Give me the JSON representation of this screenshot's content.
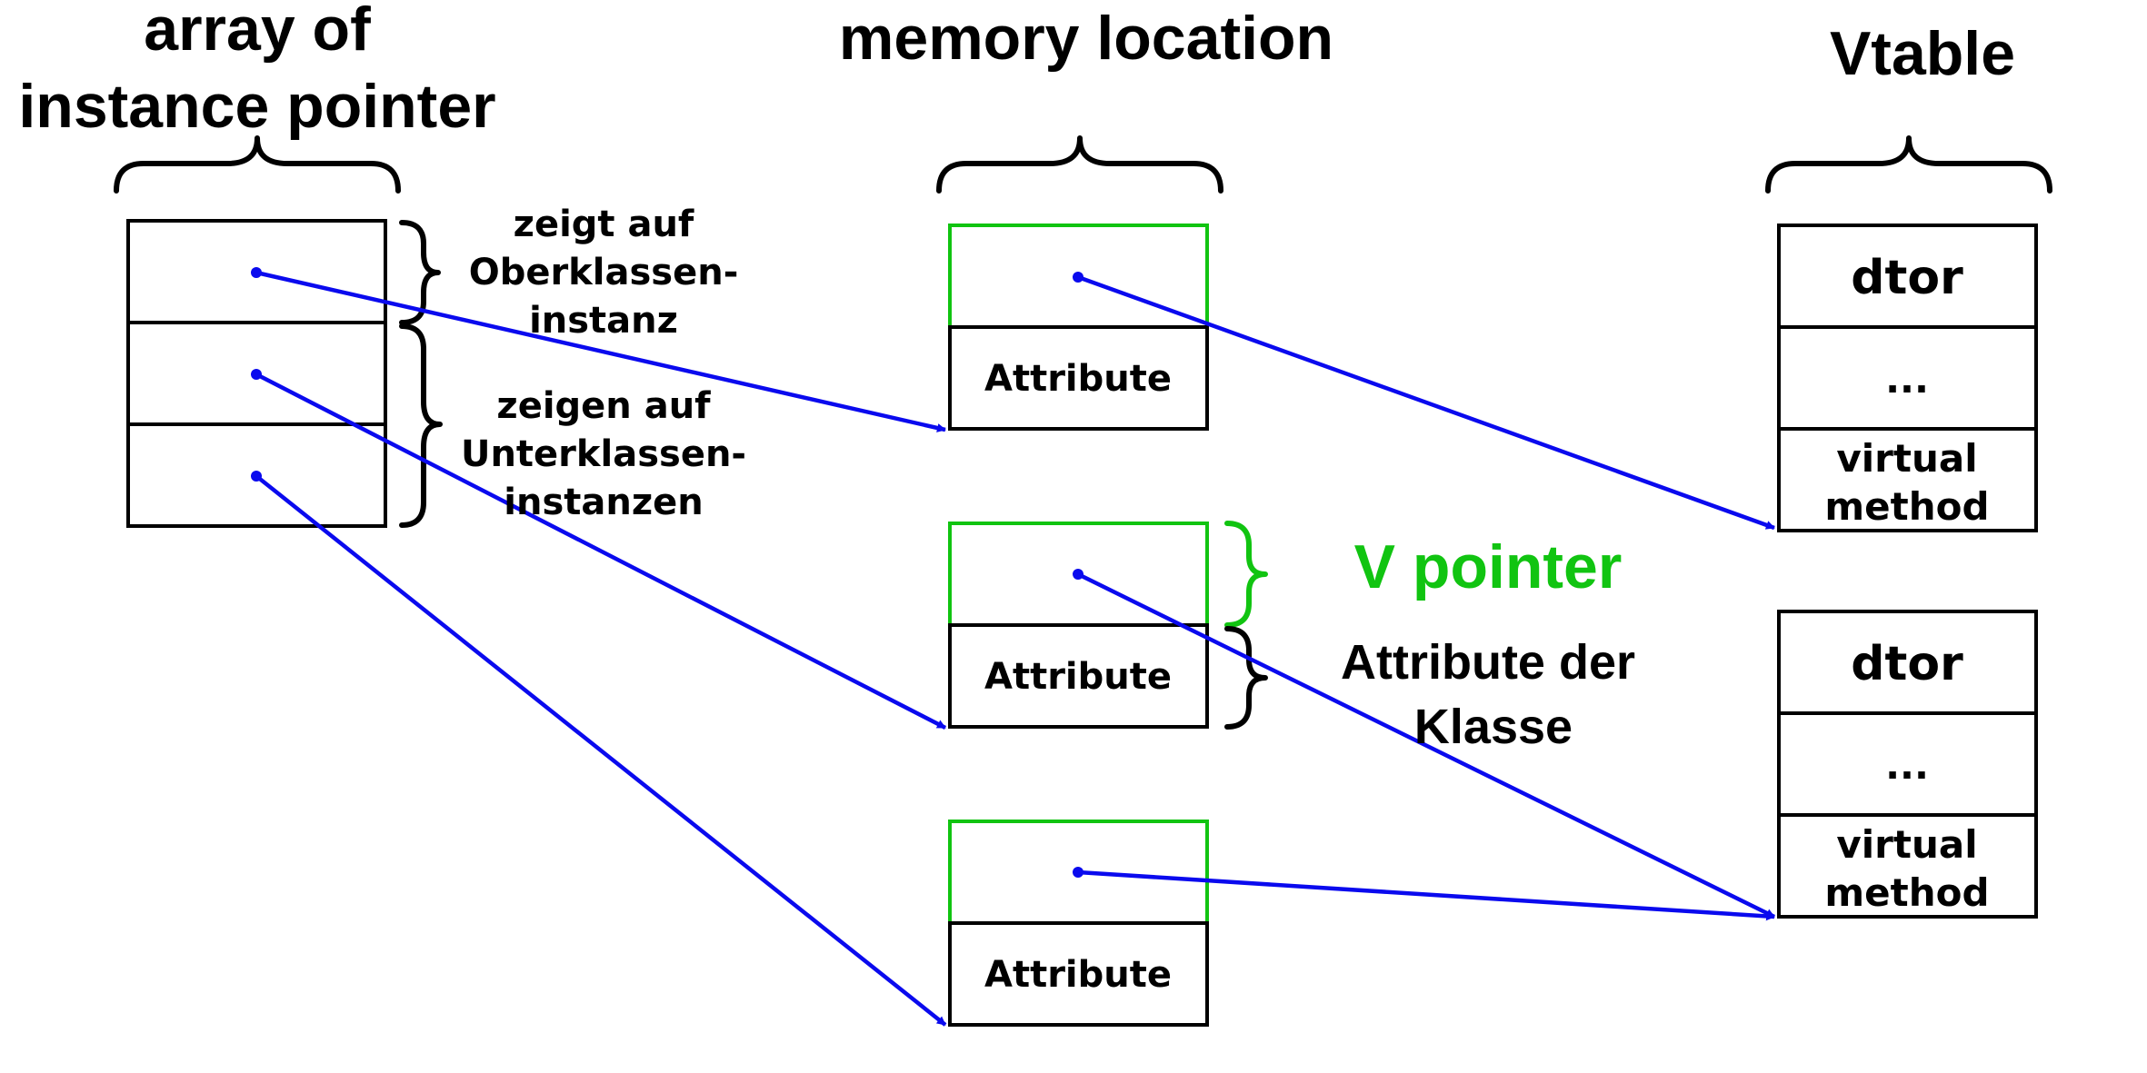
{
  "headers": {
    "array_line1": "array of",
    "array_line2": "instance pointer",
    "memory": "memory location",
    "vtable": "Vtable"
  },
  "annotations": {
    "superclass_line1": "zeigt auf",
    "superclass_line2": "Oberklassen-",
    "superclass_line3": "instanz",
    "subclass_line1": "zeigen auf",
    "subclass_line2": "Unterklassen-",
    "subclass_line3": "instanzen",
    "vpointer": "V pointer",
    "class_attrs_line1": "Attribute der",
    "class_attrs_line2": "Klasse"
  },
  "memory_objects": [
    {
      "attribute_label": "Attribute"
    },
    {
      "attribute_label": "Attribute"
    },
    {
      "attribute_label": "Attribute"
    }
  ],
  "vtables": [
    {
      "dtor": "dtor",
      "ellipsis": "...",
      "virtual_line1": "virtual",
      "virtual_line2": "method"
    },
    {
      "dtor": "dtor",
      "ellipsis": "...",
      "virtual_line1": "virtual",
      "virtual_line2": "method"
    }
  ],
  "colors": {
    "arrow": "#0a0aee",
    "vpointer_green": "#11c411",
    "outline": "#000000"
  }
}
